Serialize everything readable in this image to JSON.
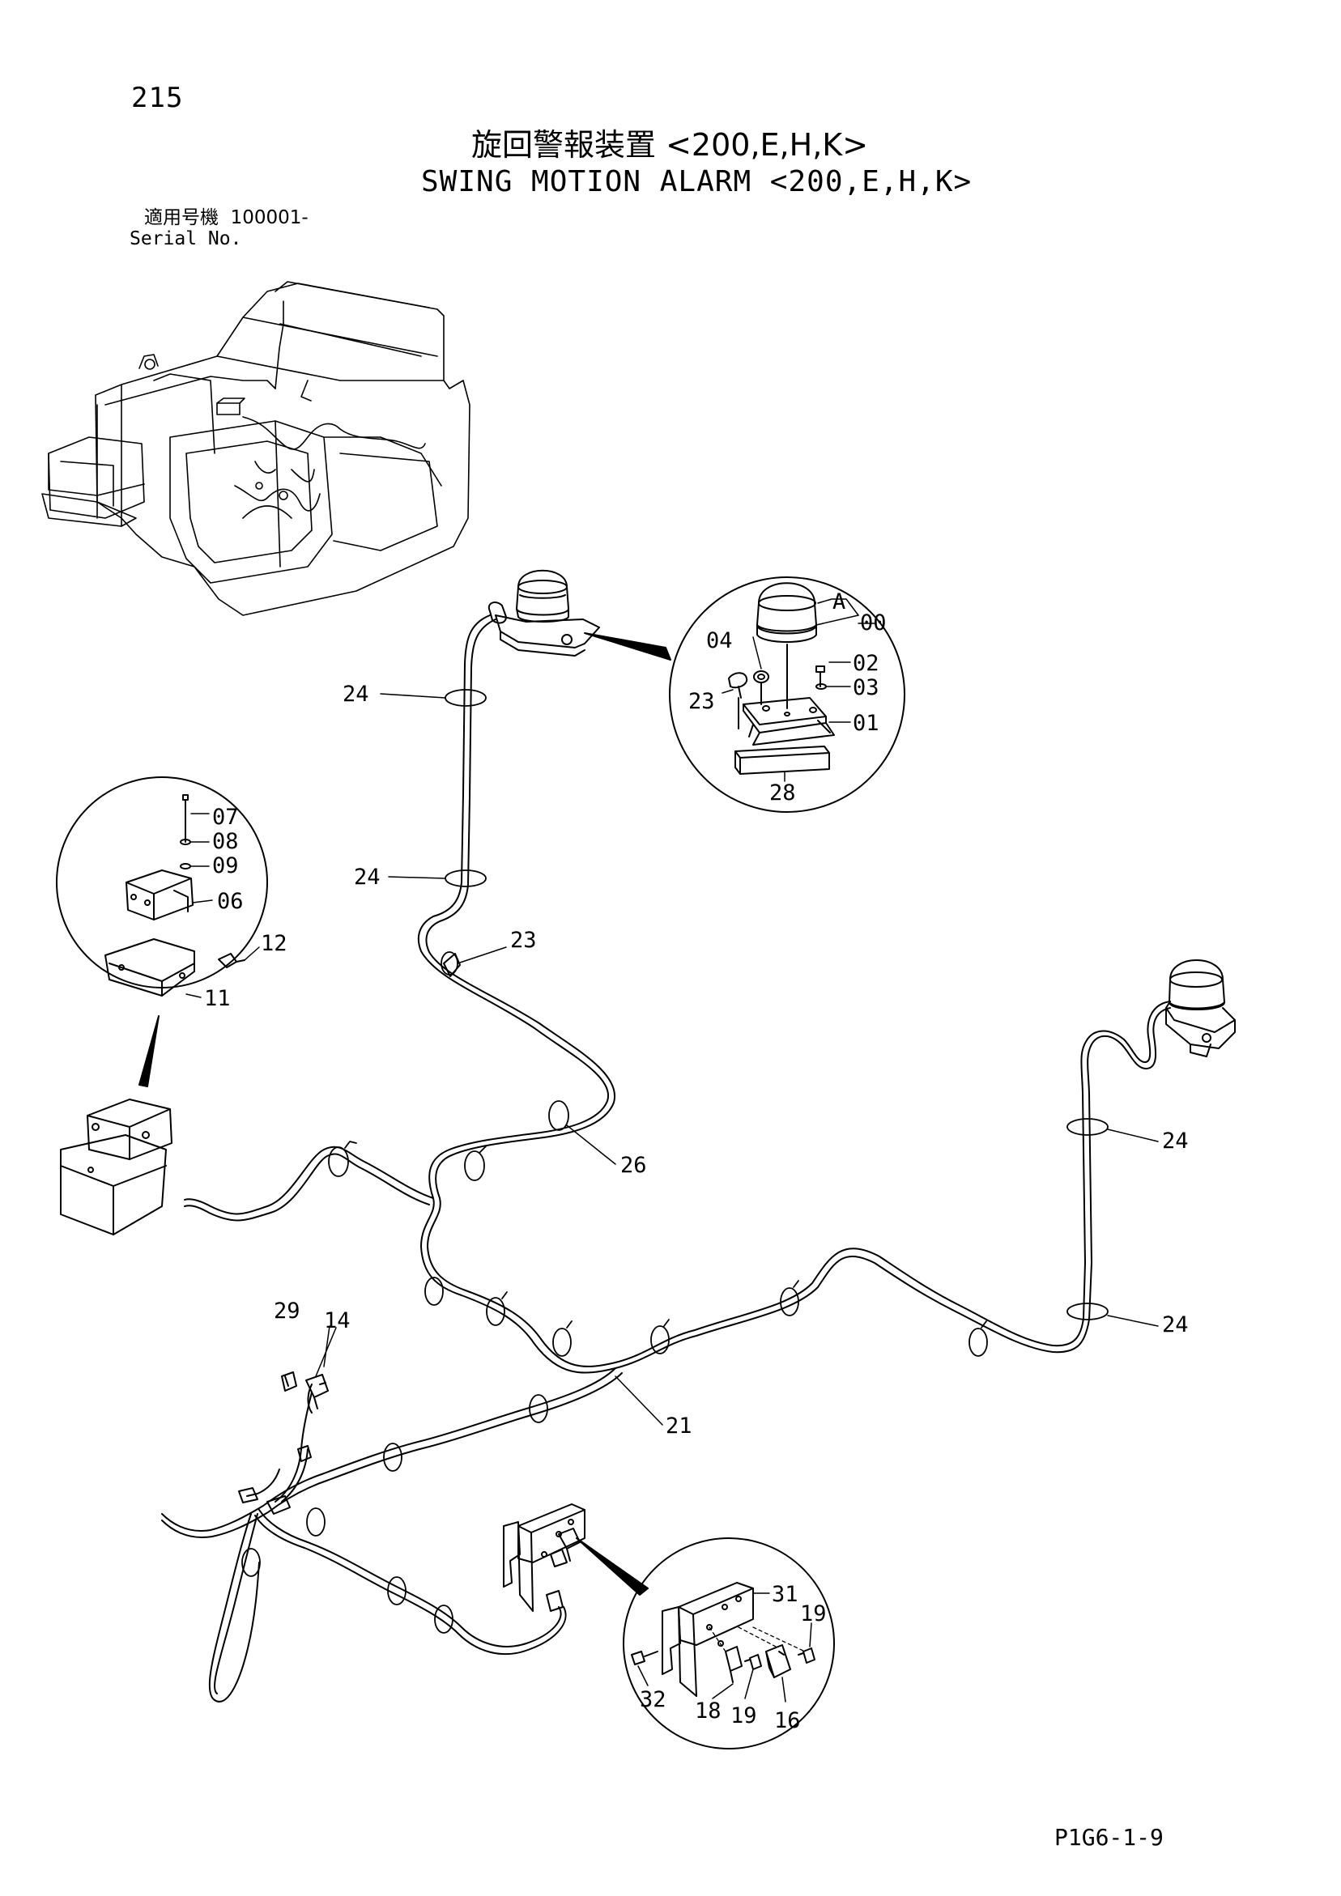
{
  "page_number": "215",
  "title_jp": "旋回警報装置 <200,E,H,K>",
  "title_en": "SWING MOTION ALARM <200,E,H,K>",
  "serial_label_jp": "適用号機",
  "serial_value": "100001-",
  "serial_label_en": "Serial No.",
  "footer_code": "P1G6-1-9",
  "callouts": {
    "a": "A",
    "p00": "00",
    "p01": "01",
    "p02": "02",
    "p03": "03",
    "p04": "04",
    "p06": "06",
    "p07": "07",
    "p08": "08",
    "p09": "09",
    "p11": "11",
    "p12": "12",
    "p14": "14",
    "p16": "16",
    "p18": "18",
    "p19a": "19",
    "p19b": "19",
    "p21": "21",
    "p23a": "23",
    "p23b": "23",
    "p24a": "24",
    "p24b": "24",
    "p24c": "24",
    "p24d": "24",
    "p26": "26",
    "p28": "28",
    "p29": "29",
    "p31": "31",
    "p32": "32"
  }
}
